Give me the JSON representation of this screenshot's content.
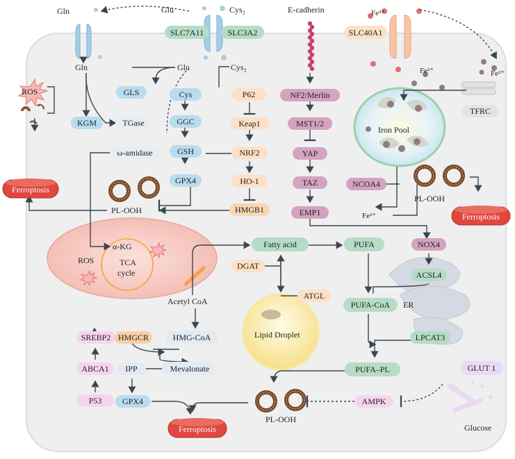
{
  "labels": {
    "gln_top": "Gln",
    "glu_top": "Glu",
    "cys2_top": "Cys₂",
    "ecadherin": "E-cadherin",
    "fe3": "Fe³⁺",
    "slc7a11": "SLC7A11",
    "slc3a2": "SLC3A2",
    "slc40a1": "SLC40A1",
    "gln_in": "Gln",
    "glu_in": "Glu",
    "cys2_in": "Cys₂",
    "fe2_out": "Fe²⁺",
    "fe2_in": "Fe²⁺",
    "ros_out": "ROS",
    "gls": "GLS",
    "kgm": "KGM",
    "tgase": "TGase",
    "cys": "Cys",
    "p62": "P62",
    "ggc": "GGC",
    "keap1": "Keap1",
    "gsh": "GSH",
    "nrf2": "NRF2",
    "omega_amidase": "ω-amidase",
    "gpx4_top": "GPX4",
    "ho1": "HO-1",
    "hmgb1": "HMGB1",
    "nf2": "NF2/Merlin",
    "mst": "MST1/2",
    "yap": "YAP",
    "taz": "TAZ",
    "emp1": "EMP1",
    "tfrc": "TFRC",
    "iron_pool": "Iron Pool",
    "ncoa4": "NCOA4",
    "plooh_right": "PL-OOH",
    "fe2_mid": "Fe²⁺",
    "ferroptosis_left": "Ferroptosis",
    "ferroptosis_right": "Ferroptosis",
    "ferroptosis_bottom": "Ferroptosis",
    "plooh_mid": "PL-OOH",
    "akg": "α-KG",
    "ros_mito": "ROS",
    "tca": "TCA",
    "cycle": "cycle",
    "fatty_acid": "Fatty acid",
    "pufa": "PUFA",
    "nox4": "NOX4",
    "dgat": "DGAT",
    "acsl4": "ACSL4",
    "atgl": "ATGL",
    "pufa_coa": "PUFA-CoA",
    "er": "ER",
    "acetyl_coa": "Acetyl CoA",
    "srebp2": "SREBP2",
    "hmgcr": "HMGCR",
    "hmg_coa": "HMG-CoA",
    "lipid_droplet": "Lipid Droplet",
    "lpcat3": "LPCAT3",
    "abca1": "ABCA1",
    "ipp": "IPP",
    "mevalonate": "Mevalonate",
    "pufa_pl": "PUFA–PL",
    "glut1": "GLUT 1",
    "p53": "P53",
    "gpx4_bottom": "GPX4",
    "plooh_bottom": "PL-OOH",
    "ampk": "AMPK",
    "glucose": "Glucose"
  },
  "colors": {
    "blue": "#b9dcef",
    "green": "#b5dcc6",
    "orange": "#fde0c6",
    "pink": "#d4a3bf",
    "purple": "#e9d9f2",
    "ferroptosis": "#e0473f",
    "cell": "#efefef",
    "mito": "#f4c3bb"
  }
}
